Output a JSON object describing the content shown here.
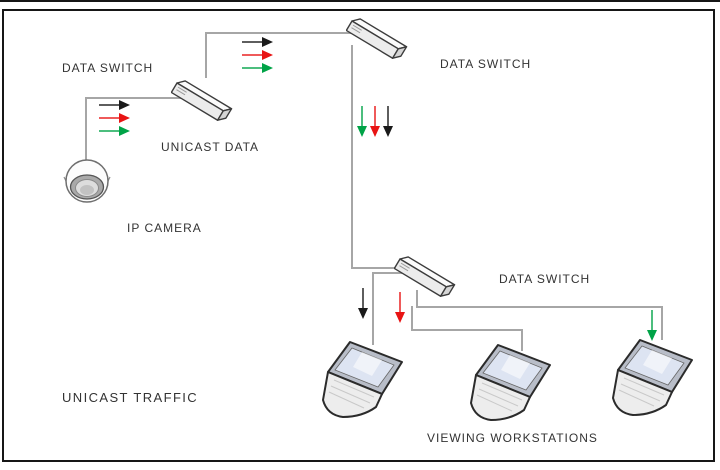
{
  "diagram": {
    "type": "network-topology",
    "caption": "UNICAST TRAFFIC",
    "labels": {
      "switch1": "DATA SWITCH",
      "switch2": "DATA SWITCH",
      "switch3": "DATA SWITCH",
      "unicast_data": "UNICAST DATA",
      "ip_camera": "IP CAMERA",
      "viewing_workstations": "VIEWING WORKSTATIONS"
    },
    "colors": {
      "stream_black": "#1a1a1a",
      "stream_red": "#e81414",
      "stream_green": "#00a347",
      "connection_line": "#a6a6a6",
      "border": "#161616"
    },
    "nodes": [
      {
        "id": "ip-camera",
        "type": "dome-ip-camera-icon"
      },
      {
        "id": "data-switch-1",
        "type": "network-switch-icon"
      },
      {
        "id": "data-switch-2",
        "type": "network-switch-icon"
      },
      {
        "id": "data-switch-3",
        "type": "network-switch-icon"
      },
      {
        "id": "workstation-1",
        "type": "laptop-icon"
      },
      {
        "id": "workstation-2",
        "type": "laptop-icon"
      },
      {
        "id": "workstation-3",
        "type": "laptop-icon"
      }
    ],
    "arrow_groups": [
      {
        "id": "ag1",
        "from": "ip-camera",
        "to": "data-switch-1",
        "direction": "right",
        "streams": [
          "stream_black",
          "stream_red",
          "stream_green"
        ]
      },
      {
        "id": "ag2",
        "from": "data-switch-1",
        "to": "data-switch-2",
        "direction": "right",
        "streams": [
          "stream_black",
          "stream_red",
          "stream_green"
        ]
      },
      {
        "id": "ag3",
        "from": "data-switch-2",
        "to": "data-switch-3",
        "direction": "down",
        "streams": [
          "stream_green",
          "stream_red",
          "stream_black"
        ]
      },
      {
        "id": "ag4",
        "from": "data-switch-3",
        "to": "workstation-1",
        "direction": "down",
        "streams": [
          "stream_black"
        ]
      },
      {
        "id": "ag5",
        "from": "data-switch-3",
        "to": "workstation-2",
        "direction": "down",
        "streams": [
          "stream_red"
        ]
      },
      {
        "id": "ag6",
        "from": "data-switch-3",
        "to": "workstation-3",
        "direction": "down",
        "streams": [
          "stream_green"
        ]
      }
    ]
  }
}
